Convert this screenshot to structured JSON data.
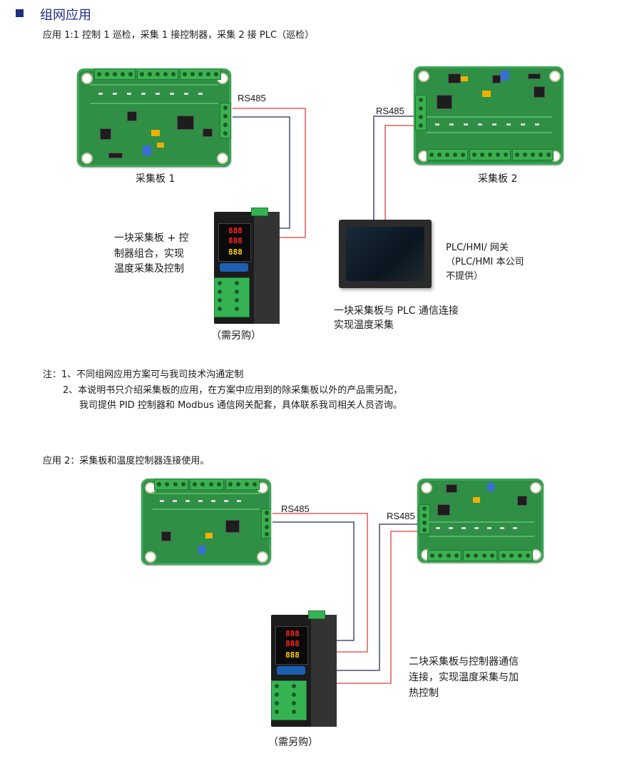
{
  "header": {
    "title": "组网应用"
  },
  "app1": {
    "title": "应用 1:1 控制 1 巡检，采集 1 接控制器，采集 2 接 PLC（巡检）",
    "rs485_a": "RS485",
    "rs485_b": "RS485",
    "board1_caption": "采集板 1",
    "board2_caption": "采集板 2",
    "combo_line1": "一块采集板 + 控",
    "combo_line2": "制器组合，实现",
    "combo_line3": "温度采集及控制",
    "buy_note": "（需另购）",
    "plc_line1": "PLC/HMI/ 网关",
    "plc_line2": "（PLC/HMI 本公司",
    "plc_line3": "不提供）",
    "plc_conn_line1": "一块采集板与 PLC 通信连接",
    "plc_conn_line2": "实现温度采集"
  },
  "notes": {
    "line1": "注：1、不同组网应用方案可与我司技术沟通定制",
    "line2": "2、本说明书只介绍采集板的应用，在方案中应用到的除采集板以外的产品需另配，",
    "line3": "我司提供 PID 控制器和 Modbus 通信网关配套，具体联系我司相关人员咨询。"
  },
  "app2": {
    "title": "应用 2：采集板和温度控制器连接使用。",
    "rs485_a": "RS485",
    "rs485_b": "RS485",
    "desc_line1": "二块采集板与控制器通信",
    "desc_line2": "连接，实现温度采集与加",
    "desc_line3": "热控制",
    "buy_note": "（需另购）"
  },
  "colors": {
    "accent": "#1f2f7f",
    "wire_red": "#e0403a",
    "wire_dark": "#2a2f55",
    "pcb_green": "#2f8f45"
  },
  "icons": [
    "section-square-icon",
    "pcb-board-image",
    "temperature-controller-image",
    "hmi-panel-image"
  ]
}
